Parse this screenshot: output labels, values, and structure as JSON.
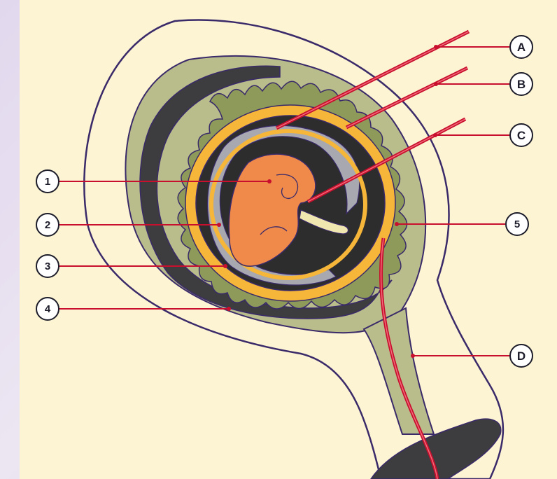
{
  "diagram": {
    "colors": {
      "background": "#fcf4d2",
      "outline": "#3a2a6a",
      "uterine_wall": "#b9bd8b",
      "amniotic_cavity": "#2d2d2d",
      "amnion_gray": "#a8a8b0",
      "yolk_layer": "#f5b63a",
      "embryo": "#f08a4a",
      "leader_line": "#c8102e",
      "label_fill": "#ffffff"
    },
    "labels": {
      "A": "A",
      "B": "B",
      "C": "C",
      "D": "D",
      "n1": "1",
      "n2": "2",
      "n3": "3",
      "n4": "4",
      "n5": "5"
    }
  }
}
